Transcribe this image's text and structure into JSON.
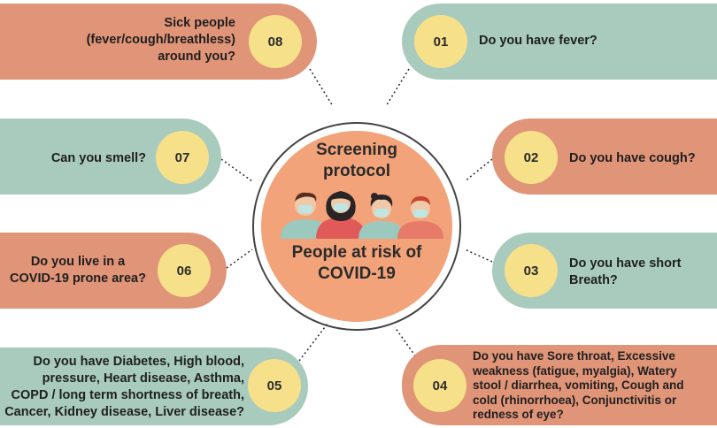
{
  "center": {
    "title_lines": [
      "Screening",
      "protocol"
    ],
    "subtitle_lines": [
      "People at risk of",
      "COVID-19"
    ]
  },
  "items": [
    {
      "num": "01",
      "lines": [
        "Do you have fever?"
      ]
    },
    {
      "num": "02",
      "lines": [
        "Do you have cough?"
      ]
    },
    {
      "num": "03",
      "lines": [
        "Do you have short",
        "Breath?"
      ]
    },
    {
      "num": "04",
      "lines": [
        "Do you have Sore throat, Excessive",
        "weakness (fatigue, myalgia), Watery",
        "stool / diarrhea, vomiting, Cough and",
        "cold (rhinorrhoea), Conjunctivitis or",
        "redness of eye?"
      ]
    },
    {
      "num": "05",
      "lines": [
        "Do you have Diabetes, High blood,",
        "pressure, Heart disease, Asthma,",
        "COPD / long term shortness of breath,",
        "Cancer, Kidney disease, Liver disease?"
      ]
    },
    {
      "num": "06",
      "lines": [
        "Do you live in a",
        "COVID-19 prone area?"
      ]
    },
    {
      "num": "07",
      "lines": [
        "Can you smell?"
      ]
    },
    {
      "num": "08",
      "lines": [
        "Sick people",
        "(fever/cough/breathless)",
        "around you?"
      ]
    }
  ],
  "colors": {
    "teal": "#a8cbbd",
    "salmon": "#e09478",
    "badge": "#f6e08a",
    "center": "#f2a37a"
  }
}
